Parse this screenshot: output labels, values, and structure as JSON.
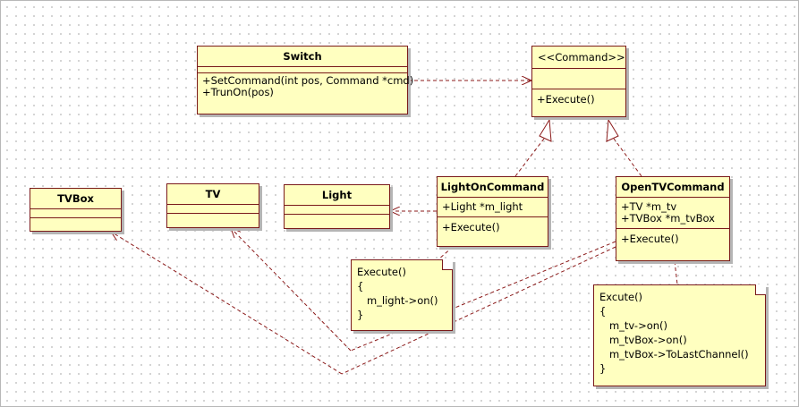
{
  "classes": {
    "switch": {
      "name": "Switch",
      "operations": [
        "+SetCommand(int pos, Command *cmd)",
        "+TrunOn(pos)"
      ]
    },
    "command": {
      "name": "<<Command>>",
      "operations": [
        "+Execute()"
      ]
    },
    "tvbox": {
      "name": "TVBox"
    },
    "tv": {
      "name": "TV"
    },
    "light": {
      "name": "Light"
    },
    "light_on_command": {
      "name": "LightOnCommand",
      "attributes": [
        "+Light *m_light"
      ],
      "operations": [
        "+Execute()"
      ]
    },
    "open_tv_command": {
      "name": "OpenTVCommand",
      "attributes": [
        "+TV *m_tv",
        "+TVBox *m_tvBox"
      ],
      "operations": [
        "+Execute()"
      ]
    }
  },
  "notes": {
    "light_note": [
      "Execute()",
      "{",
      "   m_light->on()",
      "}"
    ],
    "tv_note": [
      "Excute()",
      "{",
      "   m_tv->on()",
      "   m_tvBox->on()",
      "   m_tvBox->ToLastChannel()",
      "}"
    ]
  },
  "colors": {
    "class_fill": "#ffffc0",
    "border": "#7a1a1a",
    "edge": "#8b1a1a"
  }
}
